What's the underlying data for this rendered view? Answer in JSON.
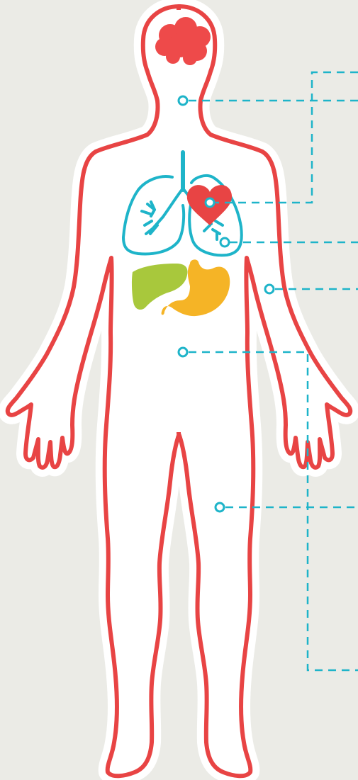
{
  "colors": {
    "background": "#ebebe6",
    "body_fill": "#ffffff",
    "outline": "#e84444",
    "brain": "#ee4a4a",
    "heart": "#e84444",
    "lungs": "#1eb4c9",
    "liver": "#a8c83c",
    "stomach": "#f5b426",
    "callout_line": "#1eb4c9"
  },
  "organs": [
    {
      "name": "brain",
      "icon": "brain-icon"
    },
    {
      "name": "lungs",
      "icon": "lungs-icon"
    },
    {
      "name": "heart",
      "icon": "heart-icon"
    },
    {
      "name": "liver",
      "icon": "liver-icon"
    },
    {
      "name": "stomach",
      "icon": "stomach-icon"
    }
  ],
  "callouts": [
    {
      "target": "neck"
    },
    {
      "target": "heart"
    },
    {
      "target": "lungs"
    },
    {
      "target": "chest-side"
    },
    {
      "target": "abdomen"
    },
    {
      "target": "thigh"
    }
  ]
}
